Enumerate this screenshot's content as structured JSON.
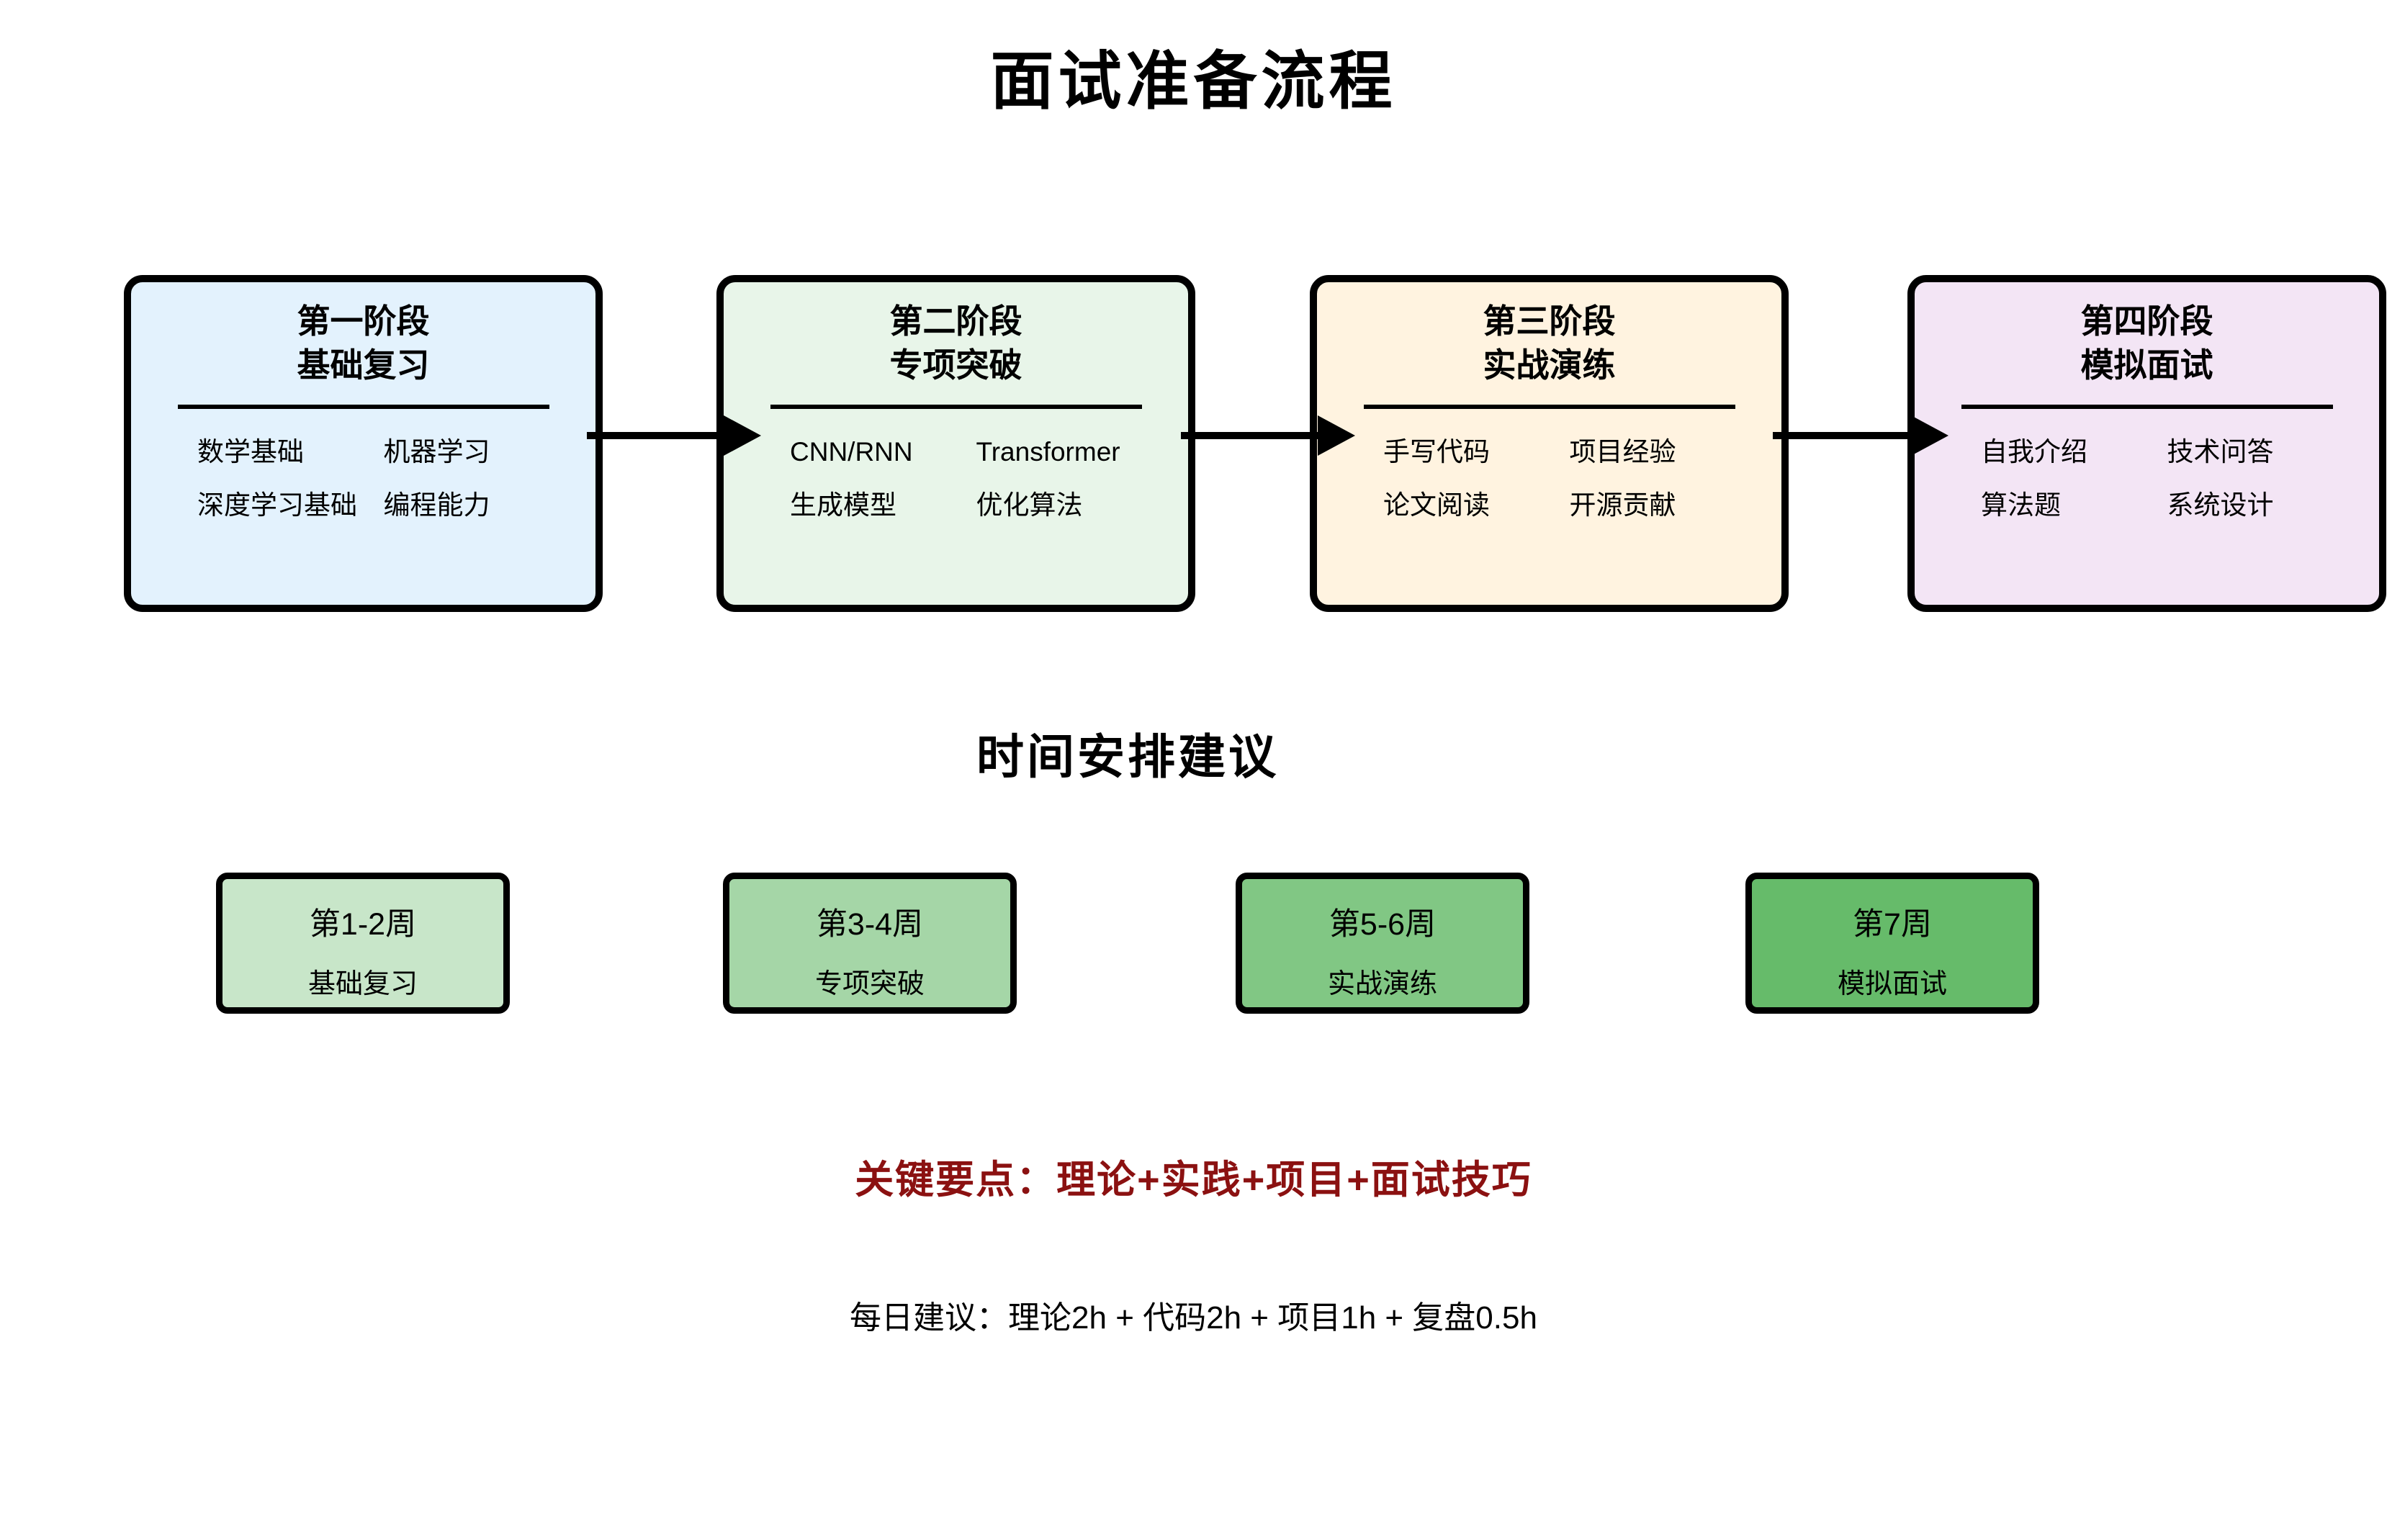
{
  "page": {
    "title": "面试准备流程",
    "background_color": "#ffffff",
    "line_color": "#000000"
  },
  "stages": [
    {
      "phase": "第一阶段",
      "name": "基础复习",
      "fill": "#E3F2FD",
      "items": [
        "数学基础",
        "机器学习",
        "深度学习基础",
        "编程能力"
      ]
    },
    {
      "phase": "第二阶段",
      "name": "专项突破",
      "fill": "#E8F5E9",
      "items": [
        "CNN/RNN",
        "Transformer",
        "生成模型",
        "优化算法"
      ]
    },
    {
      "phase": "第三阶段",
      "name": "实战演练",
      "fill": "#FFF3E0",
      "items": [
        "手写代码",
        "项目经验",
        "论文阅读",
        "开源贡献"
      ]
    },
    {
      "phase": "第四阶段",
      "name": "模拟面试",
      "fill": "#F3E5F5",
      "items": [
        "自我介绍",
        "技术问答",
        "算法题",
        "系统设计"
      ]
    }
  ],
  "schedule": {
    "heading": "时间安排建议",
    "weeks": [
      {
        "period": "第1-2周",
        "task": "基础复习",
        "fill": "#C8E6C9"
      },
      {
        "period": "第3-4周",
        "task": "专项突破",
        "fill": "#A5D6A7"
      },
      {
        "period": "第5-6周",
        "task": "实战演练",
        "fill": "#81C784"
      },
      {
        "period": "第7周",
        "task": "模拟面试",
        "fill": "#66BB6A"
      }
    ]
  },
  "notes": {
    "key_points": "关键要点：理论+实践+项目+面试技巧",
    "key_points_color": "#8B1111",
    "daily_advice": "每日建议：理论2h + 代码2h + 项目1h + 复盘0.5h"
  }
}
